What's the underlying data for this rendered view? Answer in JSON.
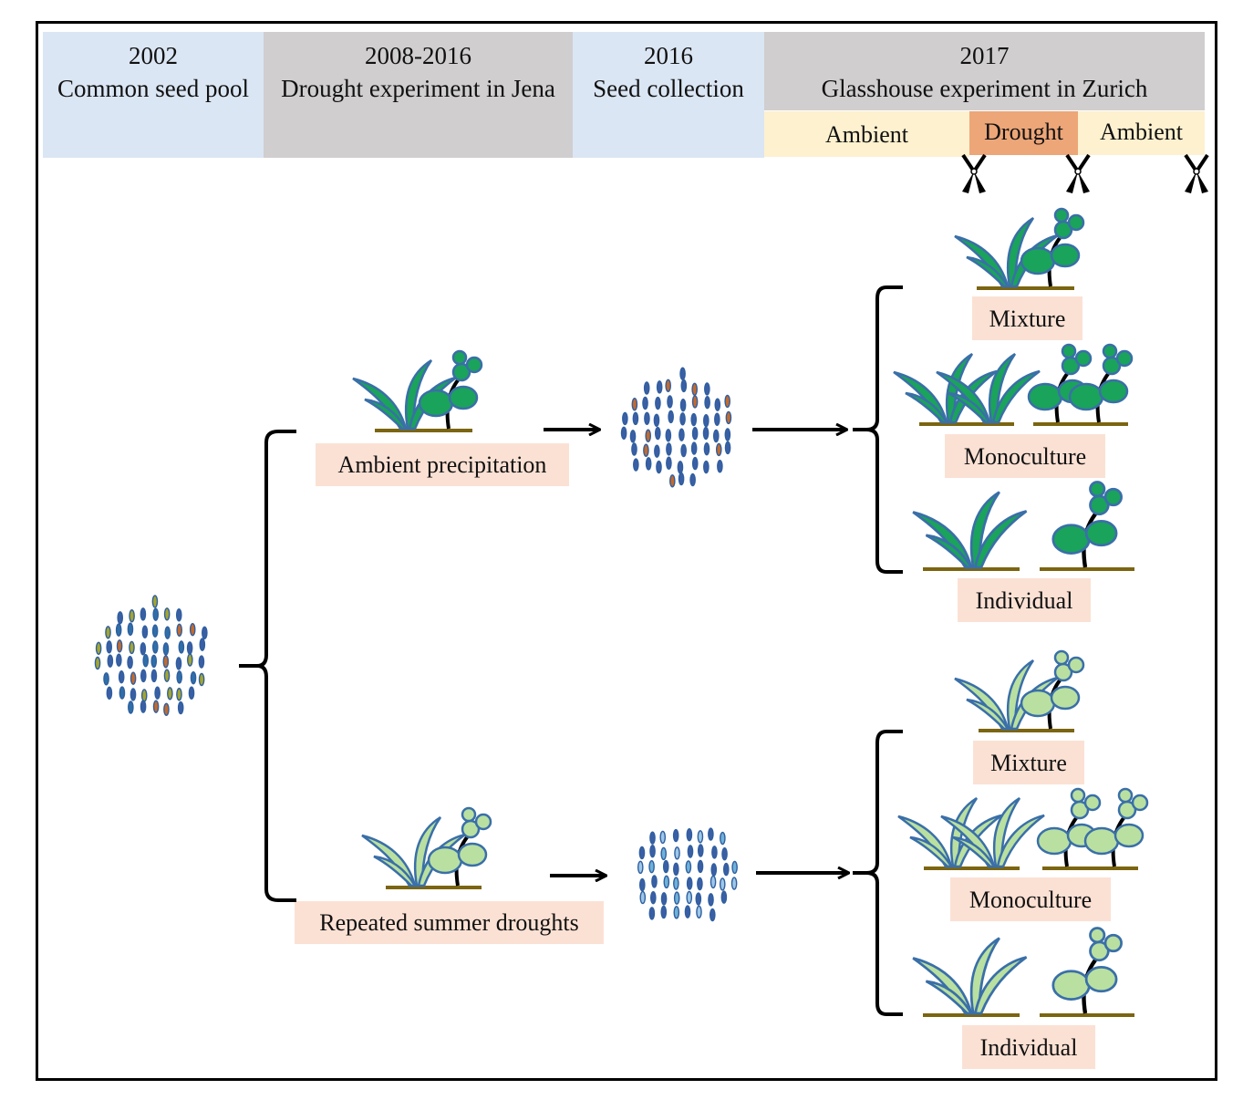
{
  "timeline": [
    {
      "year": "2002",
      "label": "Common seed pool"
    },
    {
      "year": "2008-2016",
      "label": "Drought experiment in Jena"
    },
    {
      "year": "2016",
      "label": "Seed collection"
    },
    {
      "year": "2017",
      "label": "Glasshouse experiment in Zurich"
    }
  ],
  "glasshouse_phases": [
    "Ambient",
    "Drought",
    "Ambient"
  ],
  "treatments": {
    "ambient": "Ambient precipitation",
    "drought": "Repeated summer droughts"
  },
  "communities": {
    "top": [
      "Mixture",
      "Monoculture",
      "Individual"
    ],
    "bottom": [
      "Mixture",
      "Monoculture",
      "Individual"
    ]
  },
  "colors": {
    "timeline_blue": "#dbe6f4",
    "timeline_gray": "#d0cecf",
    "ambient_phase": "#fdf1cf",
    "drought_phase": "#eda678",
    "label_box": "#fbe1d4",
    "plant_dark": "#1aa35a",
    "plant_light": "#b9e0a0",
    "plant_outline": "#3a6fa8",
    "soil": "#7b6510"
  },
  "icons": [
    "scissors-icon",
    "seed-pool-icon",
    "grass-icon",
    "clover-icon",
    "arrow-icon",
    "bracket-icon"
  ]
}
